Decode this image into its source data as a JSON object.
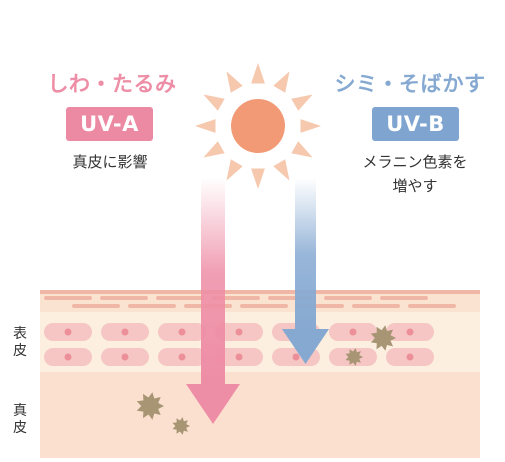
{
  "uva": {
    "title": "しわ・たるみ",
    "badge": "UV-A",
    "effect": "真皮に影響",
    "color": "#ee8da6",
    "badge_color": "#ec8aa3"
  },
  "uvb": {
    "title": "シミ・そばかす",
    "badge": "UV-B",
    "effect_line1": "メラニン色素を",
    "effect_line2": "増やす",
    "color": "#86a9d2",
    "badge_color": "#7fa4cf"
  },
  "skin_layers": {
    "epidermis_char1": "表",
    "epidermis_char2": "皮",
    "dermis_char1": "真",
    "dermis_char2": "皮"
  },
  "colors": {
    "sun_core": "#f29a76",
    "sun_rays": "#f6c8ae",
    "stratum_top": "#f1b7a6",
    "epidermis_bg": "#fcefe0",
    "cell": "#f5c6c4",
    "cell_nucleus": "#ec8f98",
    "dermis_bg": "#fbe0d0",
    "melanin": "#a79574"
  }
}
